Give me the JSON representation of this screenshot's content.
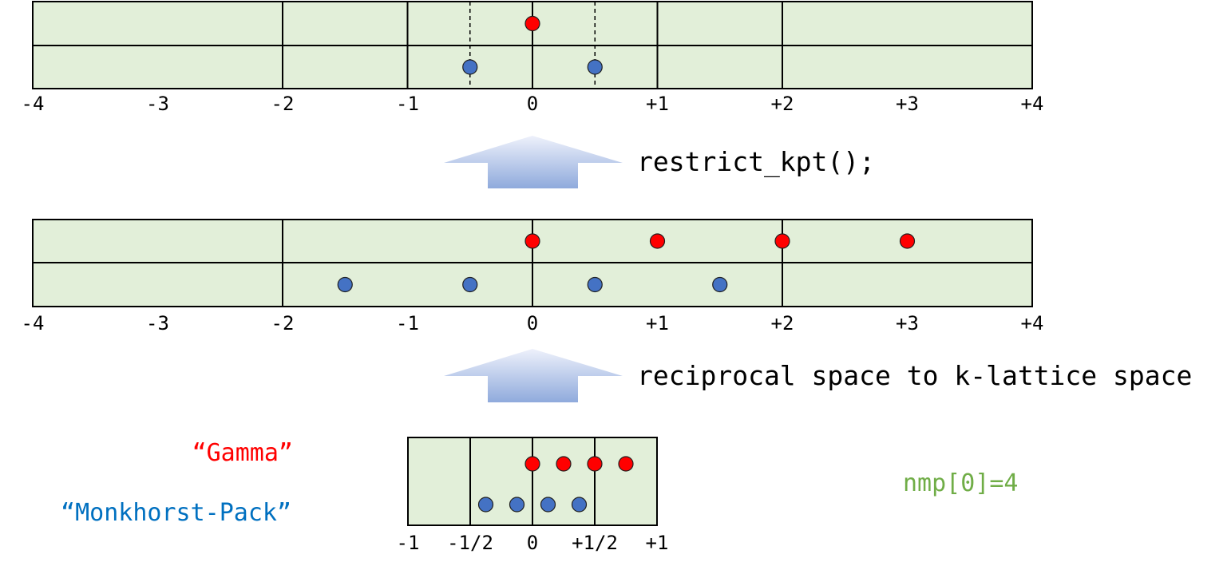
{
  "colors": {
    "band_fill": "#e2efd9",
    "line": "#000000",
    "gamma_point": "#ff0000",
    "mp_point": "#4472c4",
    "gamma_label": "#ff0000",
    "mp_label": "#0070c0",
    "nmp_label": "#70ad47",
    "arrow_top": "#eef1fb",
    "arrow_bottom": "#8faadc"
  },
  "panels": {
    "top": {
      "tick_labels": [
        "-4",
        "-3",
        "-2",
        "-1",
        "0",
        "+1",
        "+2",
        "+3",
        "+4"
      ],
      "gamma_points": [
        0
      ],
      "mp_points": [
        -0.5,
        0.5
      ],
      "dashed_lines": [
        -0.5,
        0.5
      ]
    },
    "middle": {
      "tick_labels": [
        "-4",
        "-3",
        "-2",
        "-1",
        "0",
        "+1",
        "+2",
        "+3",
        "+4"
      ],
      "gamma_points": [
        0,
        1,
        2,
        3
      ],
      "mp_points": [
        -1.5,
        -0.5,
        0.5,
        1.5
      ]
    },
    "bottom": {
      "tick_labels": [
        "-1",
        "-1/2",
        "0",
        "+1/2",
        "+1"
      ],
      "gamma_points": [
        0,
        0.25,
        0.5,
        0.75
      ],
      "mp_points": [
        -0.375,
        -0.125,
        0.125,
        0.375
      ]
    }
  },
  "arrows": {
    "upper_label": "restrict_kpt();",
    "lower_label": "reciprocal space to k-lattice space"
  },
  "legend": {
    "gamma": "“Gamma”",
    "monkhorst_pack": "“Monkhorst-Pack”"
  },
  "nmp_label": "nmp[0]=4"
}
